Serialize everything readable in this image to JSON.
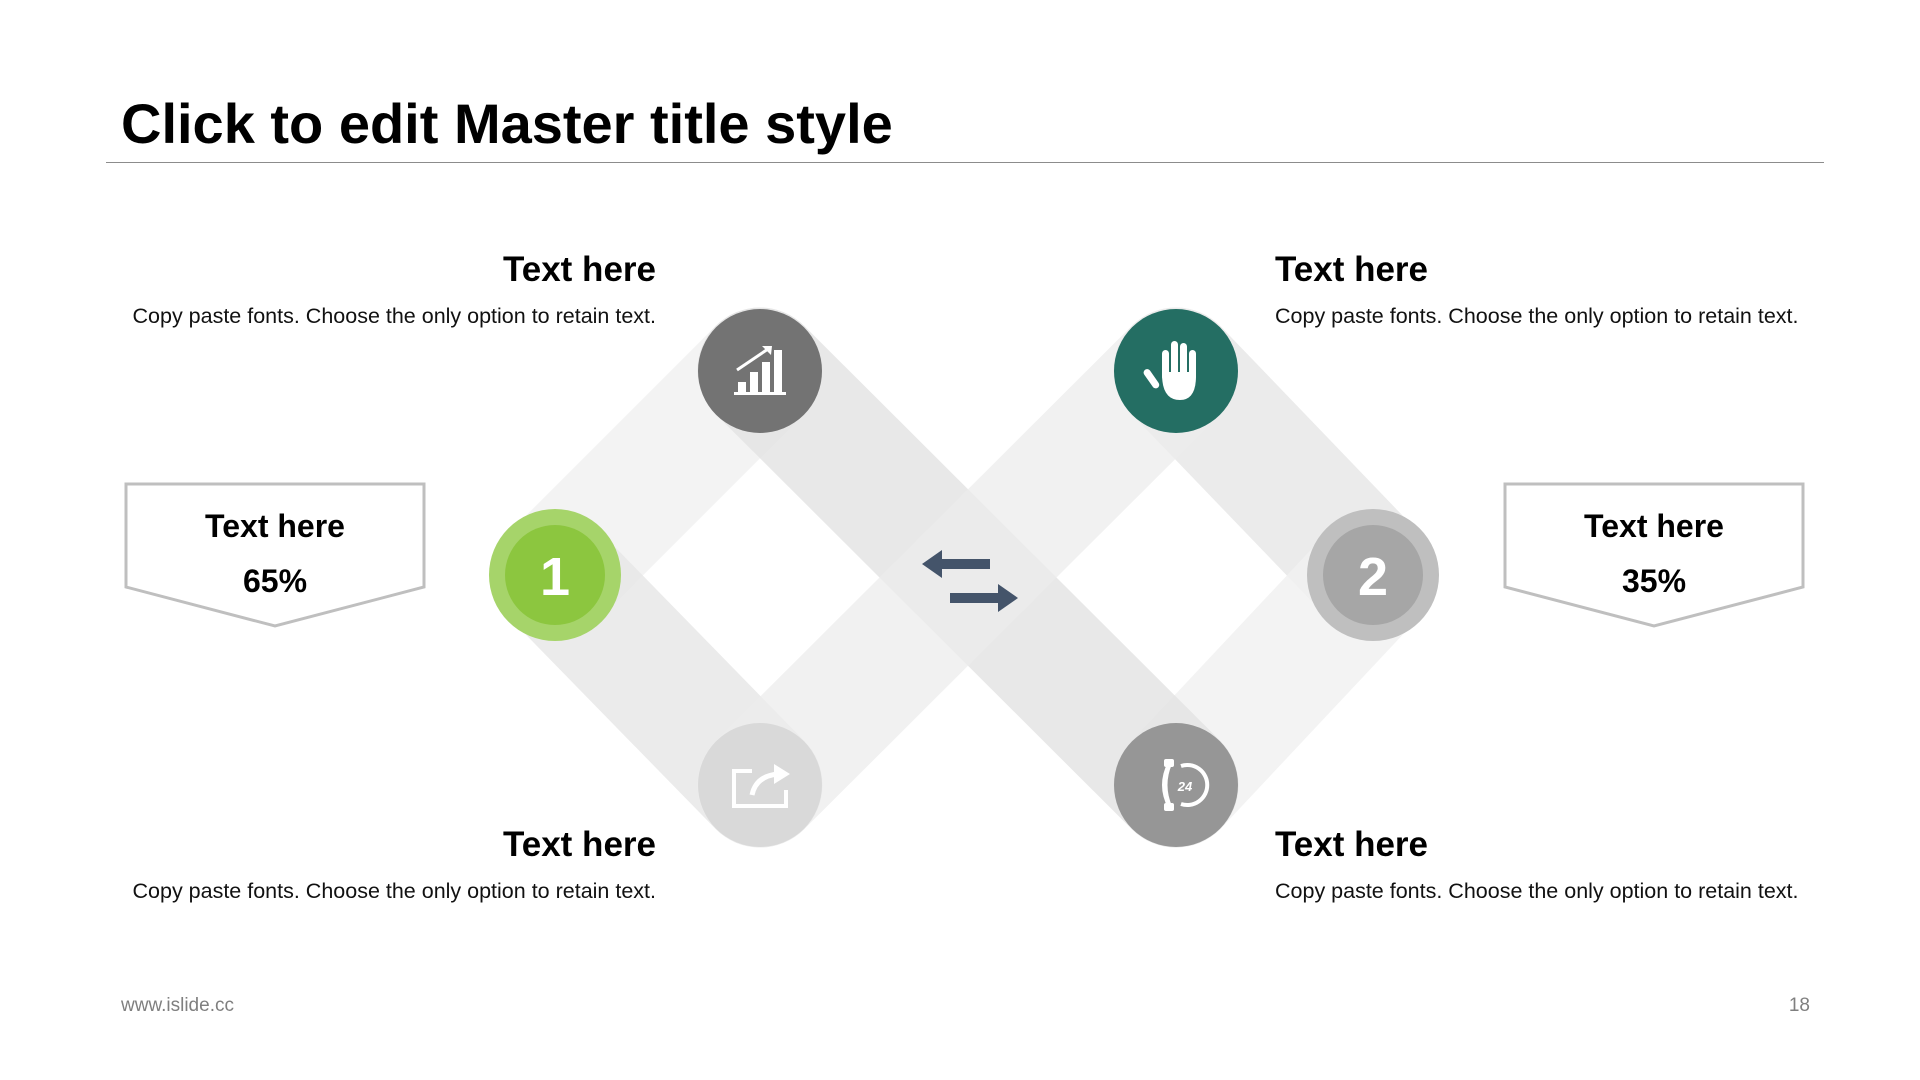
{
  "slide": {
    "title": "Click to edit Master title style",
    "footer_url": "www.islide.cc",
    "page_number": "18"
  },
  "blocks": {
    "top_left": {
      "heading": "Text here",
      "body": "Copy paste fonts. Choose the only option to retain text."
    },
    "top_right": {
      "heading": "Text here",
      "body": "Copy paste fonts. Choose the only option to retain text."
    },
    "bottom_left": {
      "heading": "Text here",
      "body": "Copy paste fonts. Choose the only option to retain text."
    },
    "bottom_right": {
      "heading": "Text here",
      "body": "Copy paste fonts. Choose the only option to retain text."
    }
  },
  "callouts": {
    "left": {
      "label": "Text here",
      "value": "65%"
    },
    "right": {
      "label": "Text here",
      "value": "35%"
    }
  },
  "hubs": {
    "left": {
      "number": "1",
      "color": "#8cc63f",
      "ring_color": "#a6d46a"
    },
    "right": {
      "number": "2",
      "color": "#a6a6a6",
      "ring_color": "#bfbfbf"
    }
  },
  "icons": {
    "top_left": {
      "name": "bar-chart-growth-icon",
      "color": "#737373"
    },
    "top_right": {
      "name": "hand-icon",
      "color": "#246e63"
    },
    "bottom_left": {
      "name": "share-icon",
      "color": "#d9d9d9"
    },
    "bottom_right": {
      "name": "24-hour-phone-icon",
      "color": "#969696"
    },
    "center": {
      "name": "swap-arrows-icon",
      "color": "#44546a"
    }
  }
}
